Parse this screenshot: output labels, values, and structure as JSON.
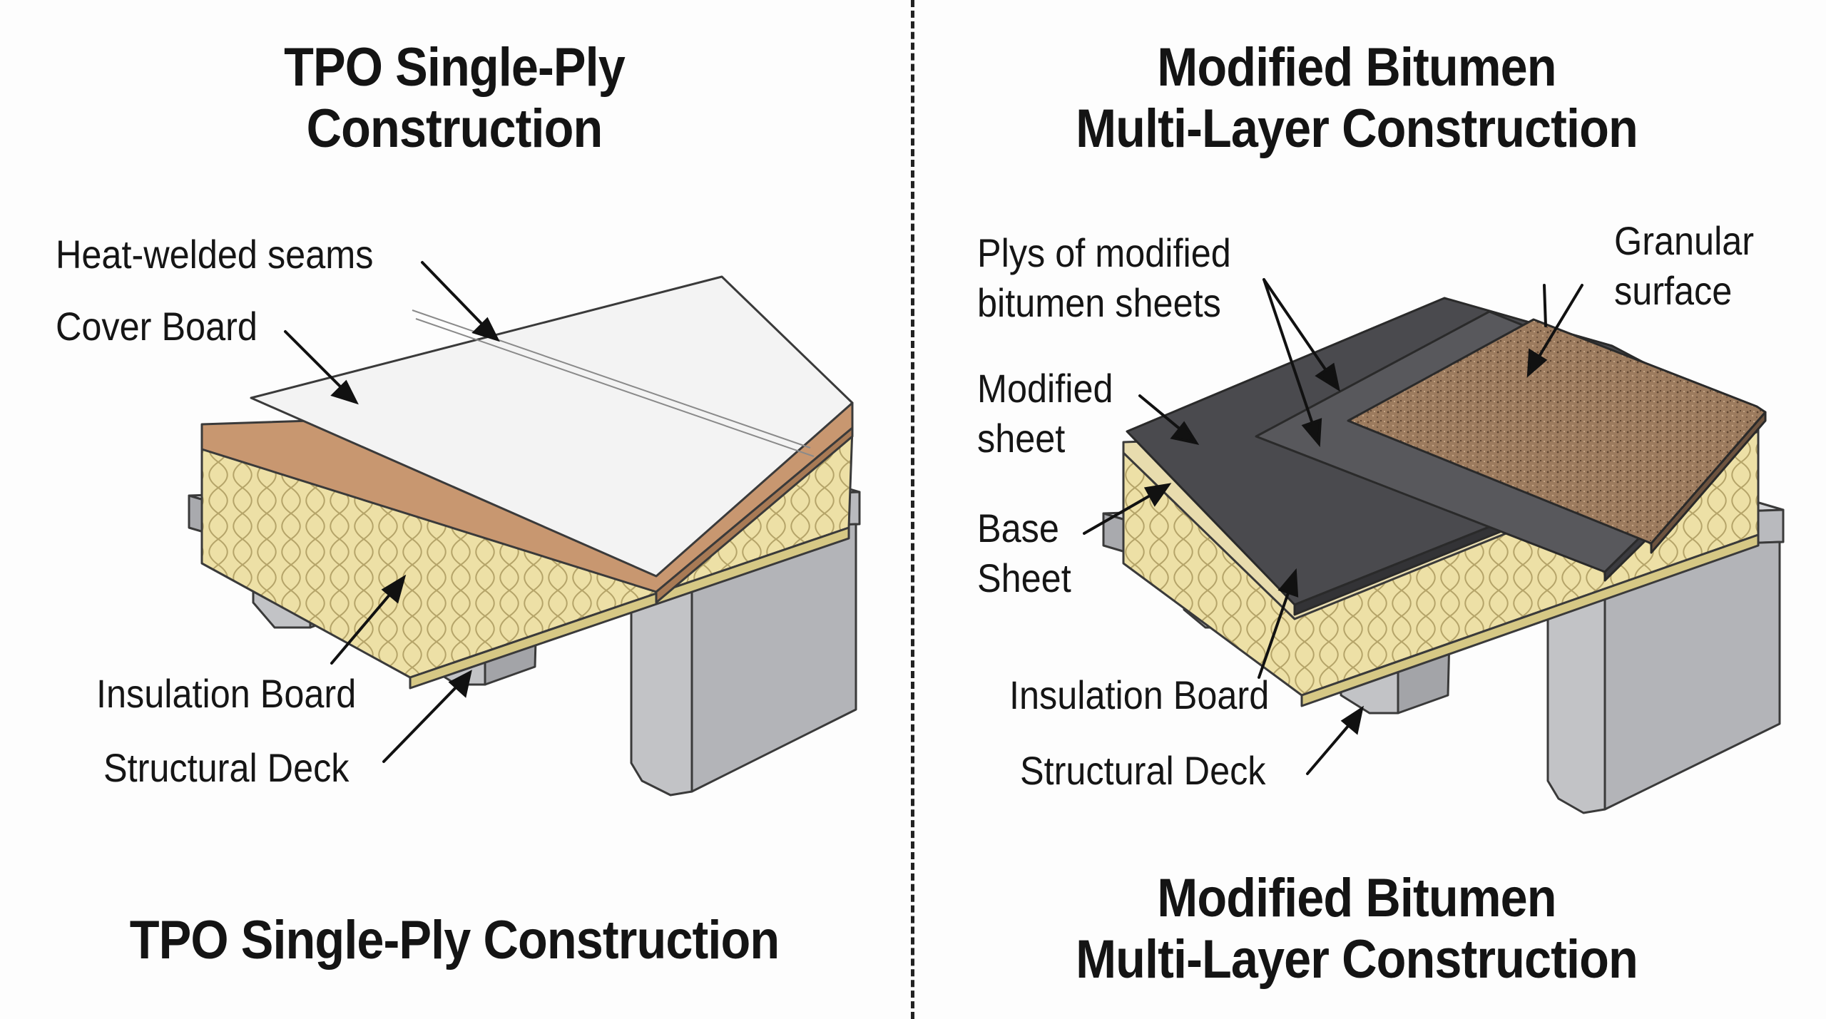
{
  "left_panel": {
    "title_lines": [
      "TPO Single-Ply",
      "Construction"
    ],
    "labels": {
      "heat_welded_seams": "Heat-welded seams",
      "cover_board": "Cover Board",
      "insulation_board": "Insulation Board",
      "structural_deck": "Structural Deck"
    },
    "caption": "TPO Single-Ply Construction"
  },
  "right_panel": {
    "title_lines": [
      "Modified Bitumen",
      "Multi-Layer Construction"
    ],
    "labels": {
      "plys_line1": "Plys of modified",
      "plys_line2": "bitumen sheets",
      "granular_line1": "Granular",
      "granular_line2": "surface",
      "modified_line1": "Modified",
      "modified_line2": "sheet",
      "base_line1": "Base",
      "base_line2": "Sheet",
      "insulation_board": "Insulation Board",
      "structural_deck": "Structural Deck"
    },
    "caption_lines": [
      "Modified Bitumen",
      "Multi-Layer Construction"
    ]
  },
  "colors": {
    "tpo_membrane": "#f3f3f3",
    "cover_board": "#c89770",
    "insulation": "#ede0a6",
    "steel_deck": "#b9babe",
    "modified_sheet": "#4a4a4e",
    "granular_surface": "#9c7b5e"
  }
}
